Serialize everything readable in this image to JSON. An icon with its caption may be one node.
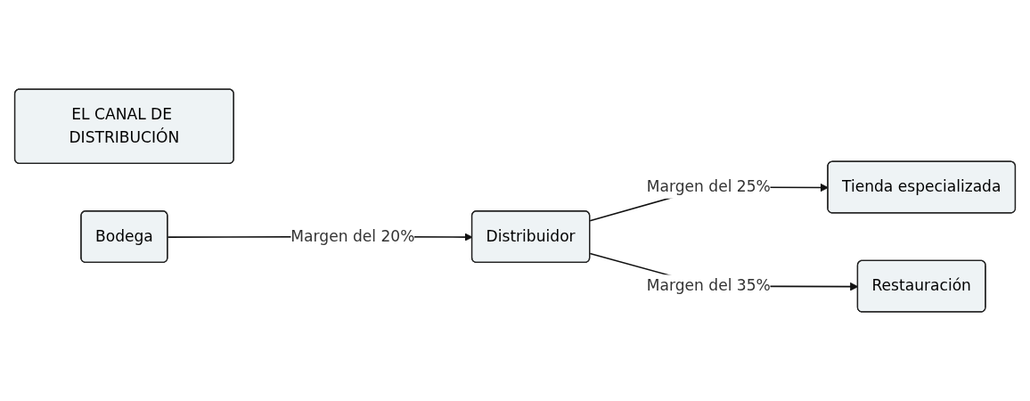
{
  "diagram": {
    "nodes": [
      {
        "text": [
          "EL CANAL DE DISTRIBUCIÓN"
        ]
      },
      {
        "text": [
          "Bodega"
        ]
      },
      {
        "text": [
          "Distribuidor"
        ]
      },
      {
        "text": [
          "Tienda especializada"
        ]
      },
      {
        "text": [
          "Restauración"
        ]
      }
    ],
    "edges": [
      {
        "from": 1,
        "to": 2,
        "arrow": "to",
        "label": "Margen del 20%"
      },
      {
        "from": 2,
        "to": 3,
        "arrow": "to",
        "label": "Margen del 25%"
      },
      {
        "from": 2,
        "to": 4,
        "arrow": "to",
        "label": "Margen del 35%"
      }
    ]
  }
}
